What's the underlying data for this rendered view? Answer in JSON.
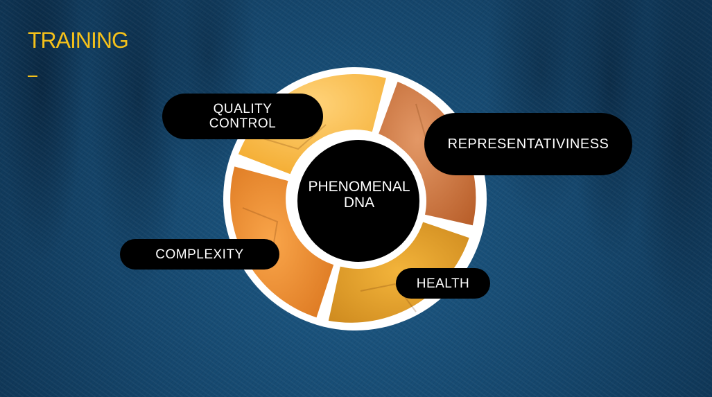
{
  "slide": {
    "title": "TRAINING"
  },
  "diagram": {
    "center_label_line1": "PHENOMENAL",
    "center_label_line2": "DNA",
    "segments": {
      "quality_control_line1": "QUALITY",
      "quality_control_line2": "CONTROL",
      "representativiness": "REPRESENTATIVINESS",
      "complexity": "COMPLEXITY",
      "health": "HEALTH"
    },
    "colors": {
      "title": "#f5c11a",
      "segment_top": "#f7b73f",
      "segment_right": "#c8703a",
      "segment_left": "#ea8a2a",
      "segment_bottom": "#e29a22",
      "pill": "#000000"
    }
  }
}
